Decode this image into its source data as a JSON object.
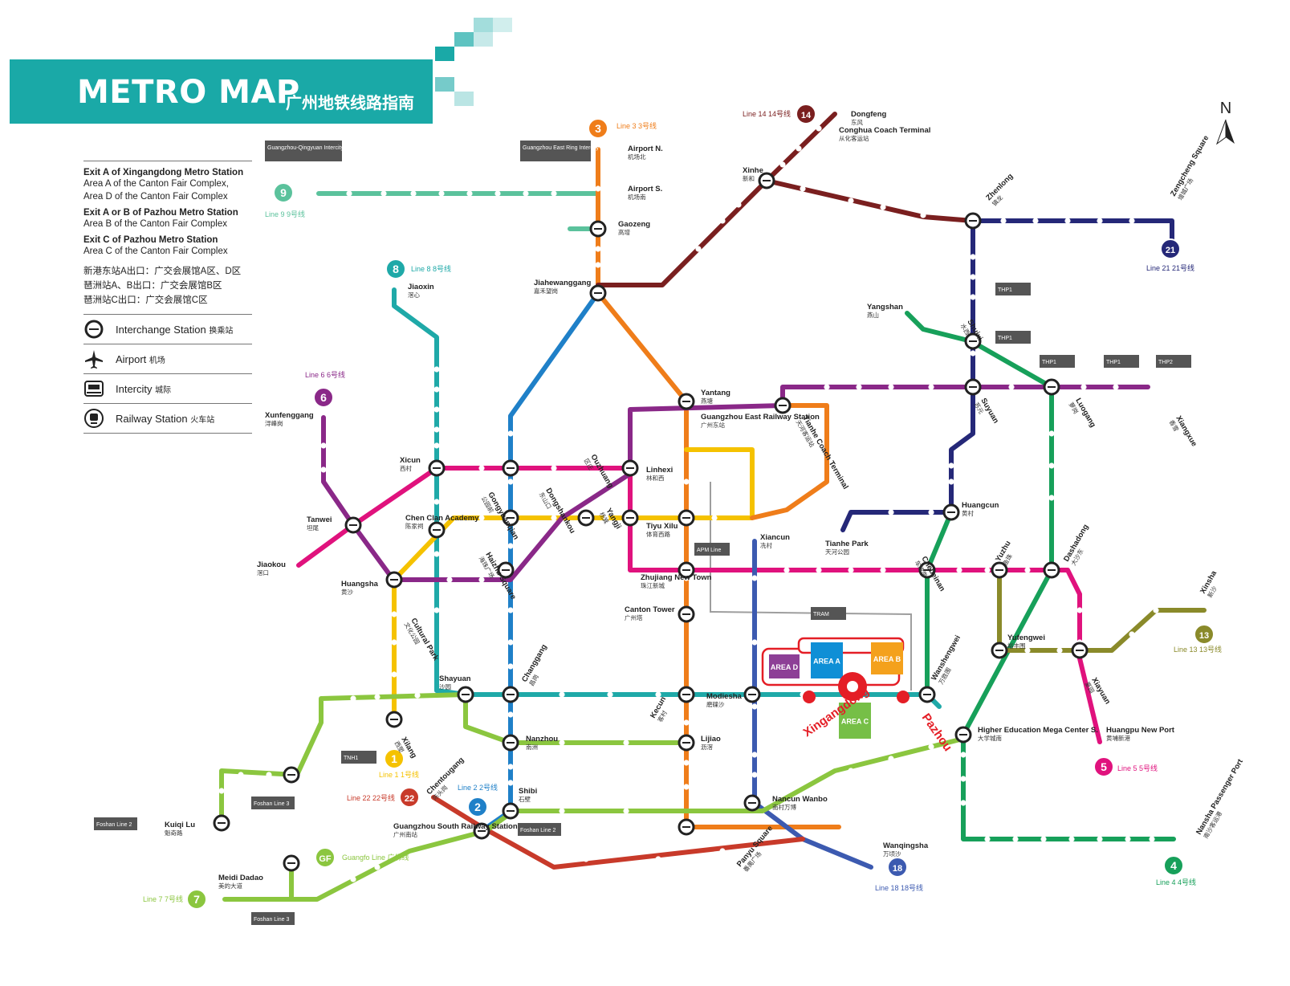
{
  "header": {
    "title": "METRO MAP",
    "subtitle": "广州地铁线路指南"
  },
  "legend": {
    "exits": [
      {
        "title": "Exit A of Xingangdong Metro Station",
        "lines": [
          "Area A of the Canton Fair Complex,",
          "Area D of the Canton Fair Complex"
        ]
      },
      {
        "title": "Exit A or B of Pazhou Metro Station",
        "lines": [
          "Area B of the Canton Fair Complex"
        ]
      },
      {
        "title": "Exit C of Pazhou Metro Station",
        "lines": [
          "Area C of the Canton Fair Complex"
        ]
      }
    ],
    "cn_lines": [
      "新港东站A出口：广交会展馆A区、D区",
      "琶洲站A、B出口：广交会展馆B区",
      "琶洲站C出口：广交会展馆C区"
    ],
    "symbols": [
      {
        "icon": "interchange-icon",
        "label": "Interchange Station",
        "cn": "换乘站"
      },
      {
        "icon": "airport-icon",
        "label": "Airport",
        "cn": "机场"
      },
      {
        "icon": "intercity-icon",
        "label": "Intercity",
        "cn": "城际"
      },
      {
        "icon": "railway-icon",
        "label": "Railway Station",
        "cn": "火车站"
      }
    ]
  },
  "north_label": "N",
  "colors": {
    "line1": "#f5c200",
    "line2": "#1f80c8",
    "line3": "#ef7d1a",
    "line4": "#17a05a",
    "line5": "#e0127d",
    "line6": "#8a2888",
    "line7": "#8bc63f",
    "line8": "#1fa9a8",
    "line9": "#5bc29c",
    "line13": "#8a8a2a",
    "line14": "#7a1f1f",
    "line18": "#3c5ab0",
    "line21": "#252878",
    "line22": "#c83a2a",
    "gf": "#8bc63f",
    "apm": "#9e9e9e"
  },
  "line_badges": [
    {
      "num": "1",
      "label": "Line 1 1号线",
      "color": "#f5c200"
    },
    {
      "num": "2",
      "label": "Line 2 2号线",
      "color": "#1f80c8"
    },
    {
      "num": "3",
      "label": "Line 3 3号线",
      "color": "#ef7d1a"
    },
    {
      "num": "4",
      "label": "Line 4 4号线",
      "color": "#17a05a"
    },
    {
      "num": "5",
      "label": "Line 5 5号线",
      "color": "#e0127d"
    },
    {
      "num": "6",
      "label": "Line 6 6号线",
      "color": "#8a2888"
    },
    {
      "num": "7",
      "label": "Line 7 7号线",
      "color": "#8bc63f"
    },
    {
      "num": "8",
      "label": "Line 8 8号线",
      "color": "#1fa9a8"
    },
    {
      "num": "9",
      "label": "Line 9 9号线",
      "color": "#5bc29c"
    },
    {
      "num": "13",
      "label": "Line 13 13号线",
      "color": "#8a8a2a"
    },
    {
      "num": "14",
      "label": "Line 14 14号线",
      "color": "#7a1f1f"
    },
    {
      "num": "18",
      "label": "Line 18 18号线",
      "color": "#3c5ab0"
    },
    {
      "num": "21",
      "label": "Line 21 21号线",
      "color": "#252878"
    },
    {
      "num": "22",
      "label": "Line 22 22号线",
      "color": "#c83a2a"
    },
    {
      "num": "GF",
      "label": "Guangfo Line 广佛线",
      "color": "#8bc63f"
    }
  ],
  "boxes": [
    "Guangzhou-Qingyuan Intercity",
    "Guangzhou East Ring Intercity",
    "THP1",
    "THP2",
    "APM Line",
    "TRAM",
    "TNH1",
    "Foshan Line 3",
    "Foshan Line 2"
  ],
  "fair": {
    "areas": [
      "AREA A",
      "AREA B",
      "AREA C",
      "AREA D"
    ],
    "stations": [
      "Xingangdong",
      "Pazhou"
    ],
    "cn": [
      "新港东",
      "琶洲"
    ]
  },
  "stations": [
    {
      "name": "Dongfeng",
      "cn": "东风"
    },
    {
      "name": "Conghua Coach Terminal",
      "cn": "从化客运站"
    },
    {
      "name": "Xinhe",
      "cn": "新和"
    },
    {
      "name": "Zhenlong",
      "cn": "镇龙"
    },
    {
      "name": "Zengcheng Square",
      "cn": "增城广场"
    },
    {
      "name": "Airport N.",
      "cn": "机场北"
    },
    {
      "name": "Airport S.",
      "cn": "机场南"
    },
    {
      "name": "Gaozeng",
      "cn": "高增"
    },
    {
      "name": "Jiahewanggang",
      "cn": "嘉禾望岗"
    },
    {
      "name": "Jiaoxin",
      "cn": "滘心"
    },
    {
      "name": "Xunfenggang",
      "cn": "浔峰岗"
    },
    {
      "name": "Yantang",
      "cn": "燕塘"
    },
    {
      "name": "Guangzhou East Railway Station",
      "cn": "广州东站"
    },
    {
      "name": "Tianhe Coach Terminal",
      "cn": "天河客运站"
    },
    {
      "name": "Xicun",
      "cn": "西村"
    },
    {
      "name": "Linhexi",
      "cn": "林和西"
    },
    {
      "name": "Tiyu Xilu",
      "cn": "体育西路"
    },
    {
      "name": "Tanwei",
      "cn": "坦尾"
    },
    {
      "name": "Jiaokou",
      "cn": "滘口"
    },
    {
      "name": "Huangsha",
      "cn": "黄沙"
    },
    {
      "name": "Zhujiang New Town",
      "cn": "珠江新城"
    },
    {
      "name": "Canton Tower",
      "cn": "广州塔"
    },
    {
      "name": "Xiancun",
      "cn": "冼村"
    },
    {
      "name": "Huangcun",
      "cn": "黄村"
    },
    {
      "name": "Tianhe Park",
      "cn": "天河公园"
    },
    {
      "name": "Yangshan",
      "cn": "燕山"
    },
    {
      "name": "Shuixi",
      "cn": "水西"
    },
    {
      "name": "Suyuan",
      "cn": "苏元"
    },
    {
      "name": "Luogang",
      "cn": "萝岗"
    },
    {
      "name": "Xiangxue",
      "cn": "香雪"
    },
    {
      "name": "Dashadong",
      "cn": "大沙东"
    },
    {
      "name": "Yuzhu",
      "cn": "鱼珠"
    },
    {
      "name": "Chebeinan",
      "cn": "车陂南"
    },
    {
      "name": "Wanshengwei",
      "cn": "万胜围"
    },
    {
      "name": "Yufengwei",
      "cn": "裕丰围"
    },
    {
      "name": "Xiayuan",
      "cn": "夏园"
    },
    {
      "name": "Xinsha",
      "cn": "新沙"
    },
    {
      "name": "Huangpu New Port",
      "cn": "黄埔新港"
    },
    {
      "name": "Higher Education Mega Center S.",
      "cn": "大学城南"
    },
    {
      "name": "Nansha Passenger Port",
      "cn": "南沙客运港"
    },
    {
      "name": "Modiesha",
      "cn": "磨碟沙"
    },
    {
      "name": "Kecun",
      "cn": "客村"
    },
    {
      "name": "Shayuan",
      "cn": "沙园"
    },
    {
      "name": "Changgang",
      "cn": "昌岗"
    },
    {
      "name": "Xilang",
      "cn": "西塱"
    },
    {
      "name": "Nanzhou",
      "cn": "南洲"
    },
    {
      "name": "Lijiao",
      "cn": "沥滘"
    },
    {
      "name": "Shibi",
      "cn": "石壁"
    },
    {
      "name": "Guangzhou South Railway Station",
      "cn": "广州南站"
    },
    {
      "name": "Nancun Wanbo",
      "cn": "南村万博"
    },
    {
      "name": "Panyu Square",
      "cn": "番禺广场"
    },
    {
      "name": "Wanqingsha",
      "cn": "万顷沙"
    },
    {
      "name": "Kuiqi Lu",
      "cn": "魁奇路"
    },
    {
      "name": "Meidi Dadao",
      "cn": "美的大道"
    },
    {
      "name": "Chentougang",
      "cn": "陈头岗"
    },
    {
      "name": "Gongyuanqian",
      "cn": "公园前"
    },
    {
      "name": "Haizhu Square",
      "cn": "海珠广场"
    },
    {
      "name": "Chen Clan Academy",
      "cn": "陈家祠"
    },
    {
      "name": "Cultural Park",
      "cn": "文化公园"
    },
    {
      "name": "Yangji",
      "cn": "杨箕"
    },
    {
      "name": "Dongshankou",
      "cn": "东山口"
    },
    {
      "name": "Ouzhuang",
      "cn": "区庄"
    }
  ]
}
